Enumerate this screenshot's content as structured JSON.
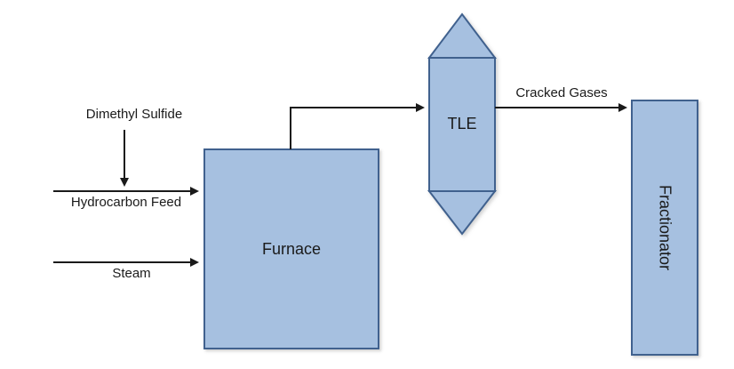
{
  "diagram": {
    "equipment": {
      "furnace": {
        "label": "Furnace"
      },
      "tle": {
        "label": "TLE"
      },
      "fractionator": {
        "label": "Fractionator"
      }
    },
    "streams": {
      "dimethyl_sulfide": {
        "label": "Dimethyl Sulfide"
      },
      "hydrocarbon_feed": {
        "label": "Hydrocarbon Feed"
      },
      "steam": {
        "label": "Steam"
      },
      "cracked_gases": {
        "label": "Cracked Gases"
      }
    }
  },
  "colors": {
    "shape-fill": "#a6c0e0",
    "shape-border": "#40618e",
    "line-color": "#1a1a1a",
    "text-color": "#1a1a1a",
    "canvas-bg": "#ffffff"
  }
}
